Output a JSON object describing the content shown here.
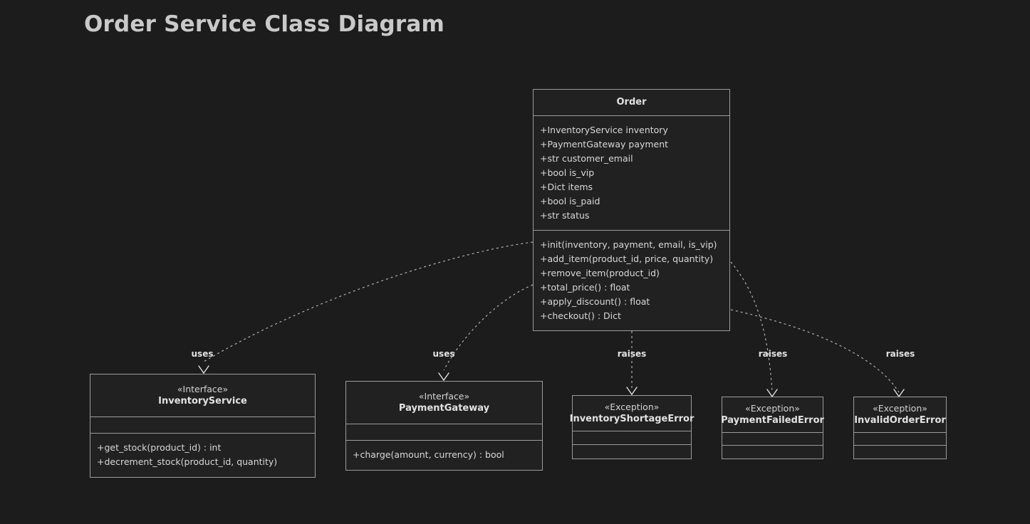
{
  "title": "Order Service Class Diagram",
  "theme": {
    "background": "#1c1c1c",
    "node_fill": "#212121",
    "node_border": "#9b9b9b",
    "text": "#d8d8d8",
    "title_color": "#c9c9c9",
    "edge_color": "#bdbdbd"
  },
  "diagram": {
    "type": "uml-class-diagram",
    "nodes": [
      {
        "id": "order",
        "name": "Order",
        "stereotype": "",
        "attributes": [
          "+InventoryService inventory",
          "+PaymentGateway payment",
          "+str customer_email",
          "+bool is_vip",
          "+Dict items",
          "+bool is_paid",
          "+str status"
        ],
        "methods": [
          "+init(inventory, payment, email, is_vip)",
          "+add_item(product_id, price, quantity)",
          "+remove_item(product_id)",
          "+total_price() : float",
          "+apply_discount() : float",
          "+checkout() : Dict"
        ]
      },
      {
        "id": "inventory_service",
        "name": "InventoryService",
        "stereotype": "«Interface»",
        "attributes": [],
        "methods": [
          "+get_stock(product_id) : int",
          "+decrement_stock(product_id, quantity)"
        ]
      },
      {
        "id": "payment_gateway",
        "name": "PaymentGateway",
        "stereotype": "«Interface»",
        "attributes": [],
        "methods": [
          "+charge(amount, currency) : bool"
        ]
      },
      {
        "id": "inventory_shortage_error",
        "name": "InventoryShortageError",
        "stereotype": "«Exception»",
        "attributes": [],
        "methods": []
      },
      {
        "id": "payment_failed_error",
        "name": "PaymentFailedError",
        "stereotype": "«Exception»",
        "attributes": [],
        "methods": []
      },
      {
        "id": "invalid_order_error",
        "name": "InvalidOrderError",
        "stereotype": "«Exception»",
        "attributes": [],
        "methods": []
      }
    ],
    "edges": [
      {
        "from": "order",
        "to": "inventory_service",
        "label": "uses",
        "style": "dashed",
        "arrow": "open"
      },
      {
        "from": "order",
        "to": "payment_gateway",
        "label": "uses",
        "style": "dashed",
        "arrow": "open"
      },
      {
        "from": "order",
        "to": "inventory_shortage_error",
        "label": "raises",
        "style": "dashed",
        "arrow": "open"
      },
      {
        "from": "order",
        "to": "payment_failed_error",
        "label": "raises",
        "style": "dashed",
        "arrow": "open"
      },
      {
        "from": "order",
        "to": "invalid_order_error",
        "label": "raises",
        "style": "dashed",
        "arrow": "open"
      }
    ]
  }
}
